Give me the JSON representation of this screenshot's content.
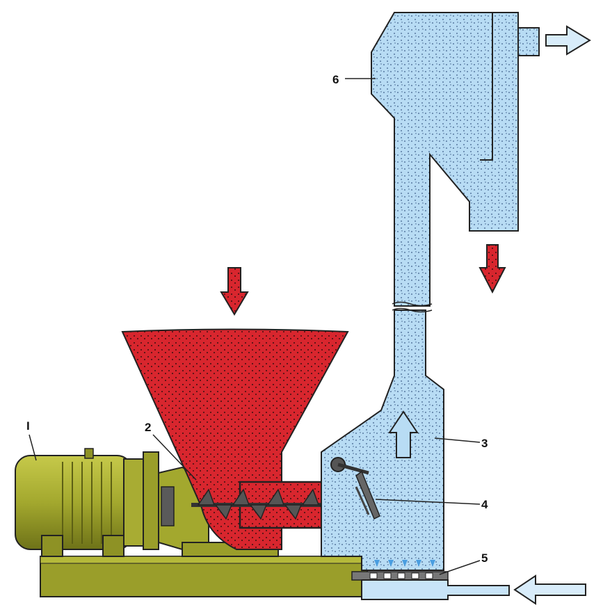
{
  "labels": {
    "motor": "I",
    "feeder": "2",
    "chamber": "3",
    "flap": "4",
    "grate": "5",
    "separator": "6"
  },
  "colors": {
    "product": "#d8262e",
    "air": "#b8dcf4",
    "machine": "#a3a82e",
    "outline": "#222222"
  },
  "icons": [
    "feed-arrow-icon",
    "product-out-arrow-icon",
    "air-out-arrow-icon",
    "air-in-arrow-icon",
    "air-up-arrow-icon"
  ]
}
